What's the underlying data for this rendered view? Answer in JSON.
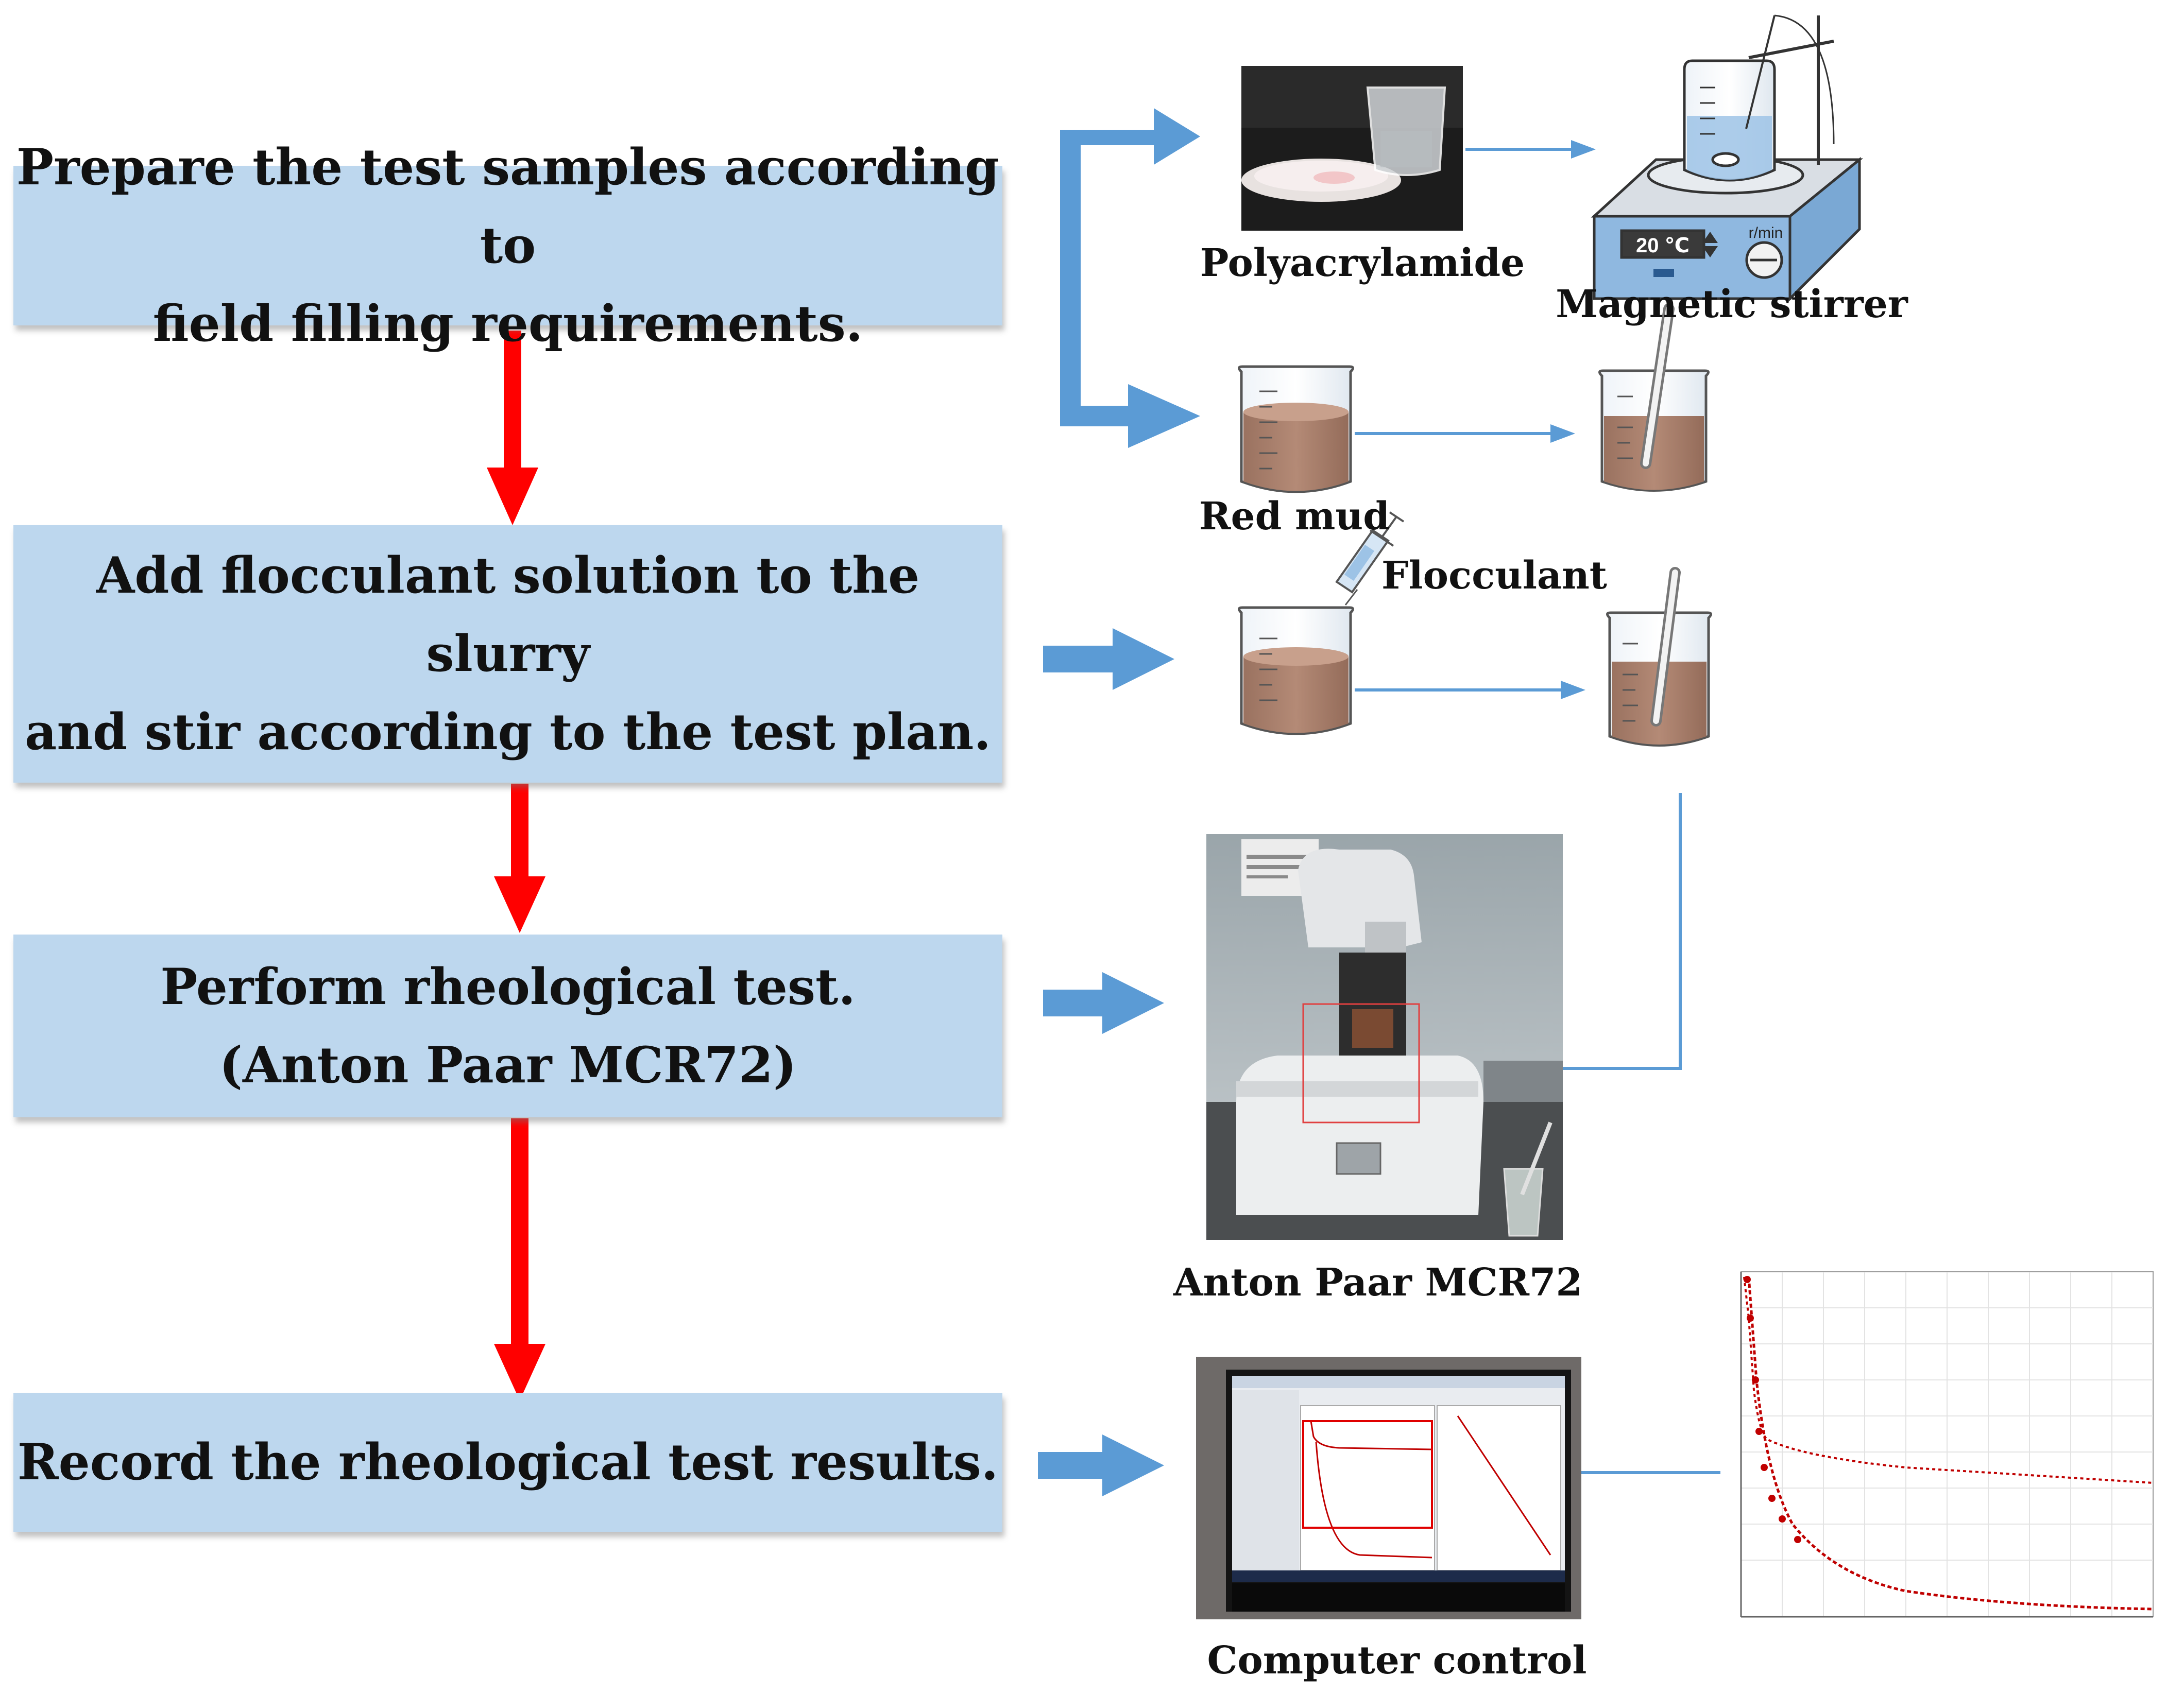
{
  "steps": [
    {
      "text": "Prepare the test samples according to\nfield filling requirements."
    },
    {
      "text": "Add flocculant solution to the slurry\nand stir according to the test plan."
    },
    {
      "text": "Perform rheological test.\n(Anton Paar MCR72)"
    },
    {
      "text": "Record the rheological test results."
    }
  ],
  "labels": {
    "polyacrylamide": "Polyacrylamide",
    "magnetic_stirrer": "Magnetic stirrer",
    "red_mud": "Red mud",
    "flocculant": "Flocculant",
    "rheometer": "Anton Paar MCR72",
    "computer": "Computer control"
  },
  "stirrer_display": {
    "temperature": "20 ℃",
    "speed_unit": "r/min"
  },
  "colors": {
    "box_fill": "#bdd7ee",
    "step_arrow": "#ff0000",
    "side_arrow": "#5b9bd5",
    "thin_arrow": "#5b9bd5",
    "mud": "#a9806a",
    "curve": "#c00000"
  },
  "icons": [
    "beaker-icon",
    "magnetic-stirrer-icon",
    "syringe-icon",
    "glass-rod-icon",
    "rheometer-photo",
    "computer-photo",
    "rheology-curve"
  ]
}
